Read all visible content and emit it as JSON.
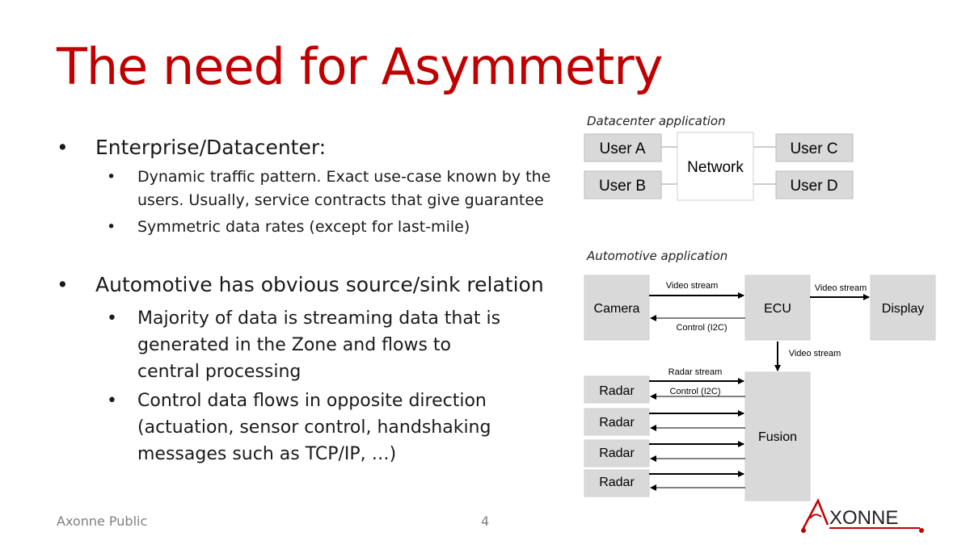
{
  "slide": {
    "title": "The need for Asymmetry",
    "footer_left": "Axonne Public",
    "page_number": "4"
  },
  "bullets": [
    {
      "text": "Enterprise/Datacenter:",
      "sub": [
        "Dynamic traffic pattern. Exact use-case known by the users. Usually, service contracts that give guarantee",
        "Symmetric data rates (except for last-mile)"
      ]
    },
    {
      "text": "Automotive has obvious source/sink relation",
      "sub": [
        "Majority of data is streaming data that is generated in the Zone and flows to central processing",
        "Control data flows in opposite direction (actuation, sensor control, handshaking messages such as TCP/IP, …)"
      ]
    }
  ],
  "bullet_glyph": "•",
  "datacenter_diagram": {
    "caption": "Datacenter application",
    "user_a": "User A",
    "user_b": "User B",
    "user_c": "User C",
    "user_d": "User D",
    "network": "Network"
  },
  "automotive_diagram": {
    "caption": "Automotive application",
    "camera": "Camera",
    "ecu": "ECU",
    "display": "Display",
    "fusion": "Fusion",
    "radar": "Radar",
    "video_stream": "Video stream",
    "control_i2c": "Control (I2C)",
    "radar_stream": "Radar stream"
  },
  "logo": {
    "text": "XONNE",
    "initial": "A"
  },
  "colors": {
    "title": "#c00000",
    "box_fill": "#d9d9d9",
    "footer": "#7f7f7f"
  }
}
